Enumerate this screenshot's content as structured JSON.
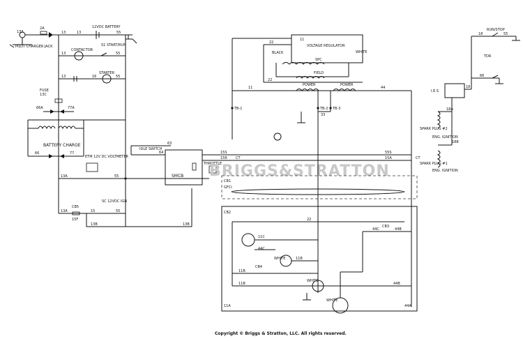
{
  "labels": {
    "jack": "PILOT CHARGER JACK",
    "jack_id": "13A",
    "fuse_top": "2A",
    "wire_13_a": "13",
    "wire_13_b": "13",
    "battery": "12VDC BATTERY",
    "wire_55_a": "55",
    "contactor1": "CONTACTOR",
    "s1": "S1 START/RUN",
    "wire_13_c": "13",
    "wire_55_b": "55",
    "wire_13_d": "13",
    "wire_16": "16",
    "starter": "STARTER",
    "wire_55_c": "55",
    "fuse_left": "FUSE",
    "fuse_left_id": "13C",
    "w66a": "66A",
    "w77a": "77A",
    "battery_charge": "BATTERY CHARGE",
    "w66": "66",
    "w77": "77",
    "etm": "ETM 12V DC VOLTMETER",
    "w13a": "13A",
    "w55_mid": "55",
    "cb5": "CB5",
    "cb5_id": "15F",
    "w15": "15",
    "sc": "SC 12VDC IGN",
    "w55_low": "55",
    "w13b_a": "13B",
    "w13b_b": "13B",
    "w13a_low": "13A",
    "vr": "VOLTAGE REGULATOR",
    "vr_black": "BLACK",
    "vr_white": "WHITE",
    "w11_top": "11",
    "w22_top": "22",
    "spc": "SPC",
    "field": "FIELD",
    "power_l": "POWER",
    "power_r": "POWER",
    "w11_left": "11",
    "w22_mid": "22",
    "w44_r": "44",
    "tb1": "TB-1",
    "tb2": "TB-2",
    "tb3": "TB-3",
    "w33": "33",
    "w63": "63",
    "w64": "64",
    "idle_switch": "IDLE SWITCH",
    "smcb": "SMCB",
    "throttle": "THROTTLE",
    "ct_l": "CT",
    "ct_r": "CT",
    "w15s": "15S",
    "w15r": "15R",
    "w55s": "55S",
    "w15a": "15A",
    "cb1": "CB1",
    "gfci": "GFCI",
    "cb2": "CB2",
    "cb3": "CB3",
    "cb4": "CB4",
    "w11c": "11C",
    "w44c": "44C",
    "w44c2": "44C",
    "w44b": "44B",
    "w44b2": "44B",
    "w11b": "11B",
    "w11b2": "11B",
    "w11b3": "11B",
    "w22b": "22",
    "w11a": "11A",
    "w44a": "44A",
    "white1": "WHITE",
    "white2": "WHITE",
    "white3": "WHITE",
    "run_stop": "RUN/STOP",
    "w18": "18",
    "w55_tr": "55",
    "tdr": "TDR",
    "w66_tr": "66",
    "ies": "I.E.S",
    "w18a": "18A",
    "w18b": "18B",
    "spark2": "SPARK PLUG #2",
    "eng_ign2": "ENG. IGNITION",
    "spark1": "SPARK PLUG #1",
    "eng_ign1": "ENG. IGNITION",
    "watermark": "BRIGGS&STRATTON",
    "copyright": "Copyright © Briggs & Stratton, LLC. All rights reserved."
  }
}
